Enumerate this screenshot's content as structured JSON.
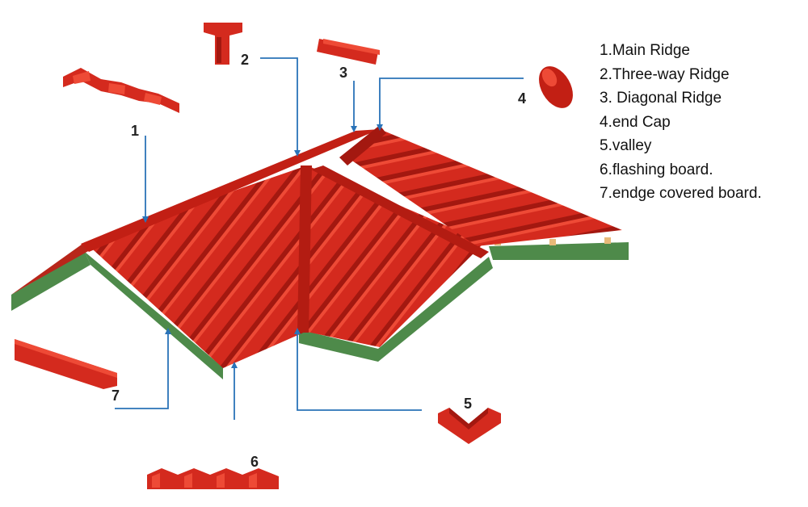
{
  "legend": {
    "items": [
      "1.Main Ridge",
      "2.Three-way Ridge",
      "3. Diagonal Ridge",
      "4.end Cap",
      "5.valley",
      "6.flashing board.",
      "7.endge covered board."
    ]
  },
  "callouts": {
    "c1": "1",
    "c2": "2",
    "c3": "3",
    "c4": "4",
    "c5": "5",
    "c6": "6",
    "c7": "7"
  },
  "colors": {
    "tile": "#d42a1e",
    "tile_dark": "#a31810",
    "tile_light": "#ee4a36",
    "board": "#4e8a4a",
    "arrow": "#2a73b8"
  }
}
